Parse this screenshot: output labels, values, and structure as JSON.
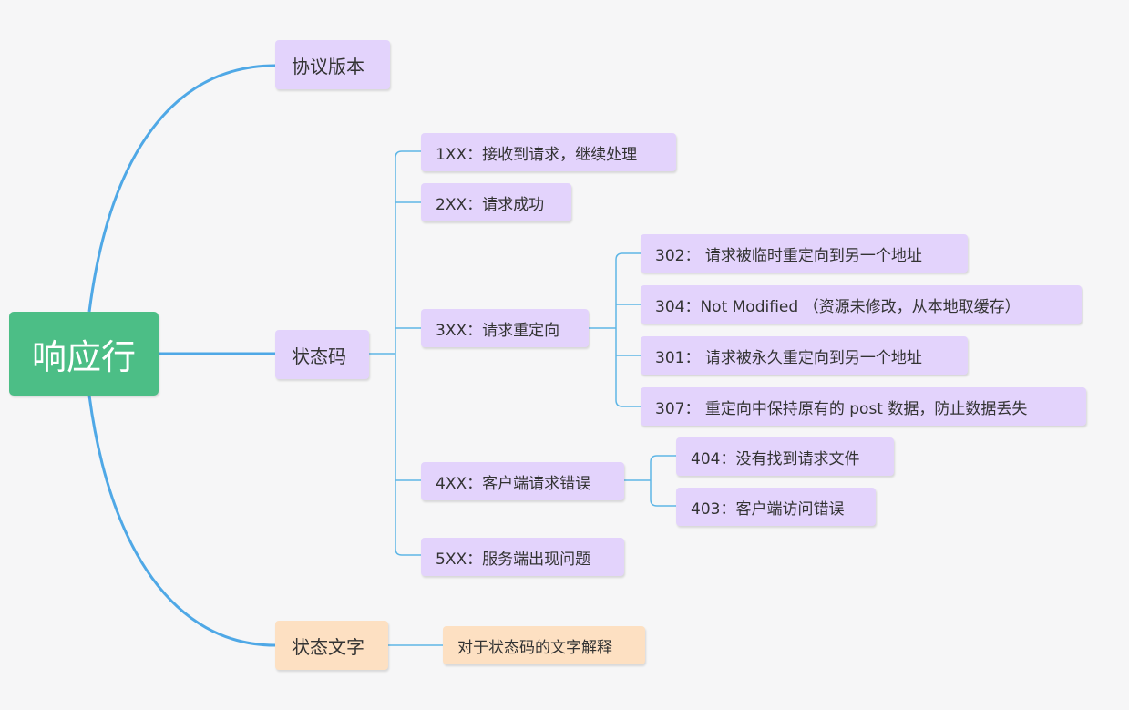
{
  "colors": {
    "background": "#f6f6f7",
    "root_fill": "#4cbe86",
    "purple_fill": "#e3d3fc",
    "peach_fill": "#fde0c2",
    "link_primary": "#4fa8e6",
    "link_secondary": "#5eb6e6"
  },
  "root": {
    "label": "响应行"
  },
  "branches": {
    "protocol": {
      "label": "协议版本"
    },
    "status_code": {
      "label": "状态码",
      "c1xx": "1XX：接收到请求，继续处理",
      "c2xx": "2XX：请求成功",
      "c3xx": {
        "label": "3XX：请求重定向",
        "c302": "302： 请求被临时重定向到另一个地址",
        "c304": "304：Not Modified （资源未修改，从本地取缓存）",
        "c301": "301： 请求被永久重定向到另一个地址",
        "c307": "307： 重定向中保持原有的 post 数据，防止数据丢失"
      },
      "c4xx": {
        "label": "4XX：客户端请求错误",
        "c404": "404：没有找到请求文件",
        "c403": "403：客户端访问错误"
      },
      "c5xx": "5XX：服务端出现问题"
    },
    "status_text": {
      "label": "状态文字",
      "note": "对于状态码的文字解释"
    }
  }
}
